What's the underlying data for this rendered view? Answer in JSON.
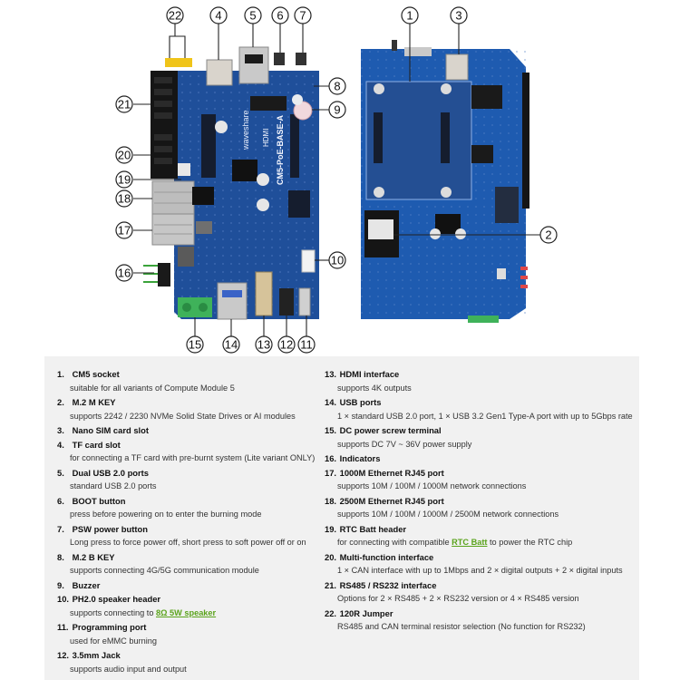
{
  "callouts": {
    "c1": "1",
    "c2": "2",
    "c3": "3",
    "c4": "4",
    "c5": "5",
    "c6": "6",
    "c7": "7",
    "c8": "8",
    "c9": "9",
    "c10": "10",
    "c11": "11",
    "c12": "12",
    "c13": "13",
    "c14": "14",
    "c15": "15",
    "c16": "16",
    "c17": "17",
    "c18": "18",
    "c19": "19",
    "c20": "20",
    "c21": "21",
    "c22": "22"
  },
  "board_silkscreen": {
    "brand": "waveshare",
    "model": "CM5-PoE-BASE-A",
    "hdmi": "HDMI"
  },
  "legend": {
    "left": [
      {
        "n": "1.",
        "title": "CM5 socket",
        "desc": "suitable for all variants of Compute Module 5"
      },
      {
        "n": "2.",
        "title": "M.2 M KEY",
        "desc": "supports 2242 / 2230 NVMe Solid State Drives or AI modules"
      },
      {
        "n": "3.",
        "title": "Nano SIM card slot",
        "desc": ""
      },
      {
        "n": "4.",
        "title": "TF card slot",
        "desc": "for connecting a TF card with pre-burnt system (Lite variant ONLY)"
      },
      {
        "n": "5.",
        "title": "Dual USB 2.0 ports",
        "desc": "standard USB 2.0 ports"
      },
      {
        "n": "6.",
        "title": "BOOT button",
        "desc": "press before powering on to enter the burning mode"
      },
      {
        "n": "7.",
        "title": "PSW power button",
        "desc": "Long press to force power off, short press to soft power off or on"
      },
      {
        "n": "8.",
        "title": "M.2 B KEY",
        "desc": "supports connecting 4G/5G communication module"
      },
      {
        "n": "9.",
        "title": "Buzzer",
        "desc": ""
      },
      {
        "n": "10.",
        "title": "PH2.0 speaker header",
        "desc_pre": "supports connecting to ",
        "desc_link": "8Ω 5W speaker",
        "desc_post": ""
      },
      {
        "n": "11.",
        "title": "Programming port",
        "desc": "used for eMMC burning"
      },
      {
        "n": "12.",
        "title": "3.5mm Jack",
        "desc": "supports audio input and output"
      }
    ],
    "right": [
      {
        "n": "13.",
        "title": "HDMI interface",
        "desc": "supports 4K outputs"
      },
      {
        "n": "14.",
        "title": "USB ports",
        "desc": "1 × standard USB 2.0 port, 1 × USB 3.2 Gen1 Type-A port with up to 5Gbps rate"
      },
      {
        "n": "15.",
        "title": "DC power screw terminal",
        "desc": "supports DC 7V ~ 36V power supply"
      },
      {
        "n": "16.",
        "title": "Indicators",
        "desc": ""
      },
      {
        "n": "17.",
        "title": "1000M Ethernet RJ45 port",
        "desc": "supports 10M / 100M / 1000M network connections"
      },
      {
        "n": "18.",
        "title": "2500M Ethernet RJ45 port",
        "desc": "supports 10M / 100M / 1000M / 2500M network connections"
      },
      {
        "n": "19.",
        "title": "RTC Batt header",
        "desc_pre": "for connecting with compatible ",
        "desc_link": "RTC Batt",
        "desc_post": " to power the RTC chip"
      },
      {
        "n": "20.",
        "title": "Multi-function interface",
        "desc": "1 × CAN interface with up to 1Mbps and 2 × digital outputs + 2 × digital inputs"
      },
      {
        "n": "21.",
        "title": "RS485 / RS232 interface",
        "desc": "Options for 2 × RS485 + 2 × RS232 version or 4 × RS485 version"
      },
      {
        "n": "22.",
        "title": "120R Jumper",
        "desc": "RS485 and CAN terminal resistor selection (No function for RS232)"
      }
    ]
  }
}
